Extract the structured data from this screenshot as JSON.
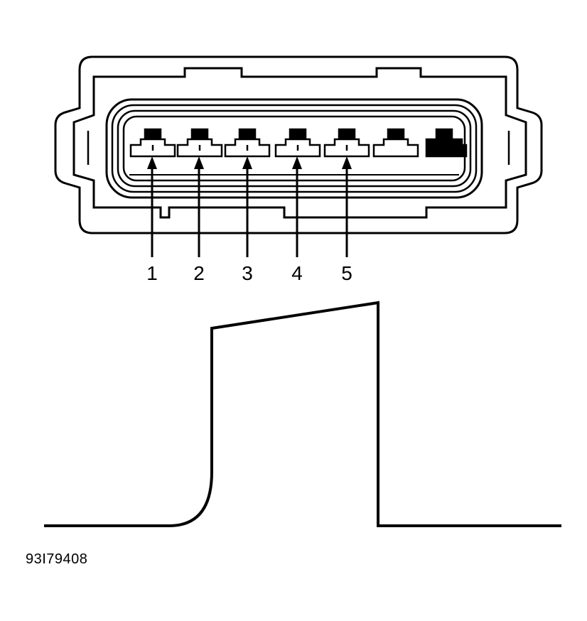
{
  "connector": {
    "terminal_count": 7,
    "filled_terminal_index": 6
  },
  "pins": [
    {
      "label": "1"
    },
    {
      "label": "2"
    },
    {
      "label": "3"
    },
    {
      "label": "4"
    },
    {
      "label": "5"
    }
  ],
  "waveform": {
    "shape": "pulse with curved rise and sloped top"
  },
  "figure_id": "93I79408",
  "colors": {
    "line": "#000000",
    "background": "#ffffff"
  }
}
